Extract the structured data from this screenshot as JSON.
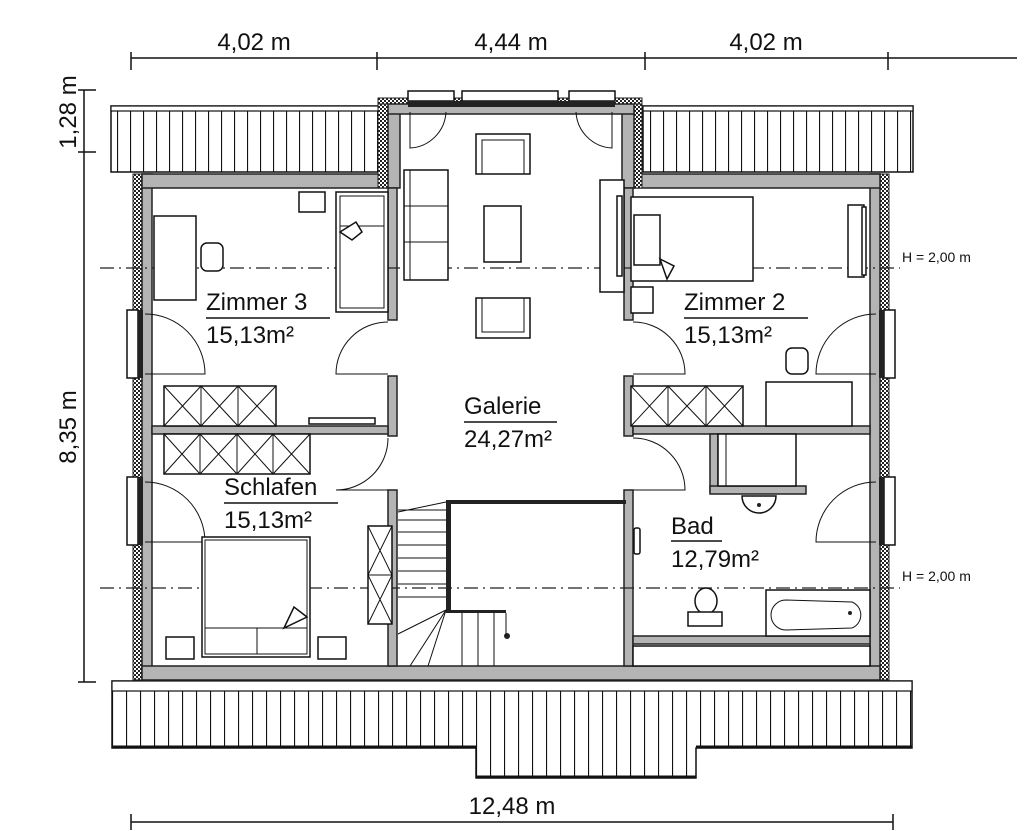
{
  "plan": {
    "dimensions": {
      "top": [
        "4,02 m",
        "4,44 m",
        "4,02 m"
      ],
      "bottom": "12,48 m",
      "left_top": "1,28 m",
      "left_main": "8,35 m"
    },
    "height_lines": [
      "H = 2,00 m",
      "H = 2,00 m"
    ],
    "rooms": [
      {
        "name": "Zimmer 3",
        "area": "15,13m²"
      },
      {
        "name": "Galerie",
        "area": "24,27m²"
      },
      {
        "name": "Zimmer 2",
        "area": "15,13m²"
      },
      {
        "name": "Schlafen",
        "area": "15,13m²"
      },
      {
        "name": "Bad",
        "area": "12,79m²"
      }
    ],
    "colors": {
      "wall": "#b4b4b4",
      "line": "#111111",
      "background": "#ffffff"
    }
  }
}
